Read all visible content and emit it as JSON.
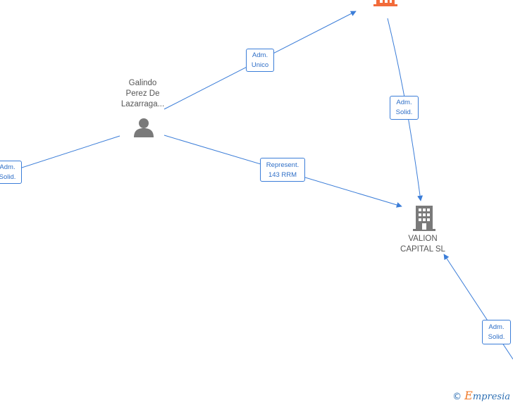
{
  "nodes": {
    "person": {
      "label": "Galindo\nPerez De\nLazarraga..."
    },
    "company_main": {
      "label": "VALION\nCAPITAL  SL"
    }
  },
  "edges": {
    "adm_unico": {
      "label": "Adm.\nUnico"
    },
    "adm_solid_top": {
      "label": "Adm.\nSolid."
    },
    "adm_solid_left": {
      "label": "Adm.\nSolid."
    },
    "represent": {
      "label": "Represent.\n143 RRM"
    },
    "adm_solid_bottom": {
      "label": "Adm.\nSolid."
    }
  },
  "footer": {
    "copyright_symbol": "©",
    "brand_initial": "E",
    "brand_rest": "mpresia"
  },
  "colors": {
    "edge": "#3b7dd8",
    "highlight_company": "#f26b3a",
    "company": "#7a7a7a",
    "person": "#7a7a7a"
  }
}
